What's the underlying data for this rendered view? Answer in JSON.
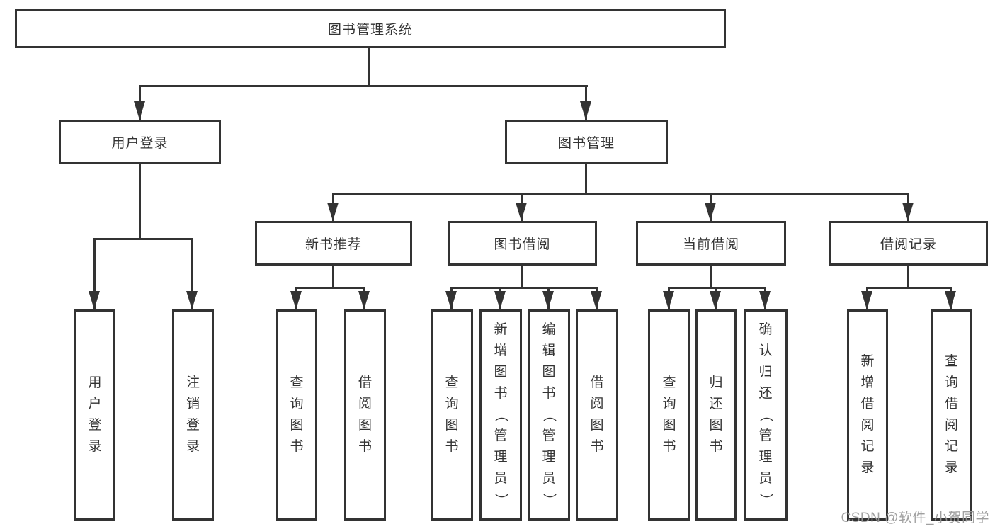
{
  "title": "图书管理系统",
  "watermark": "CSDN @软件_小贺同学",
  "nodes": {
    "root": "图书管理系统",
    "user_login": "用户登录",
    "book_mgmt": "图书管理",
    "new_book_rec": "新书推荐",
    "book_borrow": "图书借阅",
    "current_borrow": "当前借阅",
    "borrow_records": "借阅记录",
    "leaf_user_login": "用户登录",
    "leaf_logout": "注销登录",
    "leaf_query_books_a": "查询图书",
    "leaf_borrow_books_a": "借阅图书",
    "leaf_query_books_b": "查询图书",
    "leaf_add_books_admin": "新增图书（管理员）",
    "leaf_edit_books_admin": "编辑图书（管理员）",
    "leaf_borrow_books_b": "借阅图书",
    "leaf_query_books_c": "查询图书",
    "leaf_return_books": "归还图书",
    "leaf_confirm_return_admin": "确认归还（管理员）",
    "leaf_add_borrow_record": "新增借阅记录",
    "leaf_query_borrow_record": "查询借阅记录"
  },
  "hierarchy": {
    "label": "图书管理系统",
    "children": [
      {
        "label": "用户登录",
        "children": [
          {
            "label": "用户登录"
          },
          {
            "label": "注销登录"
          }
        ]
      },
      {
        "label": "图书管理",
        "children": [
          {
            "label": "新书推荐",
            "children": [
              {
                "label": "查询图书"
              },
              {
                "label": "借阅图书"
              }
            ]
          },
          {
            "label": "图书借阅",
            "children": [
              {
                "label": "查询图书"
              },
              {
                "label": "新增图书（管理员）"
              },
              {
                "label": "编辑图书（管理员）"
              },
              {
                "label": "借阅图书"
              }
            ]
          },
          {
            "label": "当前借阅",
            "children": [
              {
                "label": "查询图书"
              },
              {
                "label": "归还图书"
              },
              {
                "label": "确认归还（管理员）"
              }
            ]
          },
          {
            "label": "借阅记录",
            "children": [
              {
                "label": "新增借阅记录"
              },
              {
                "label": "查询借阅记录"
              }
            ]
          }
        ]
      }
    ]
  }
}
